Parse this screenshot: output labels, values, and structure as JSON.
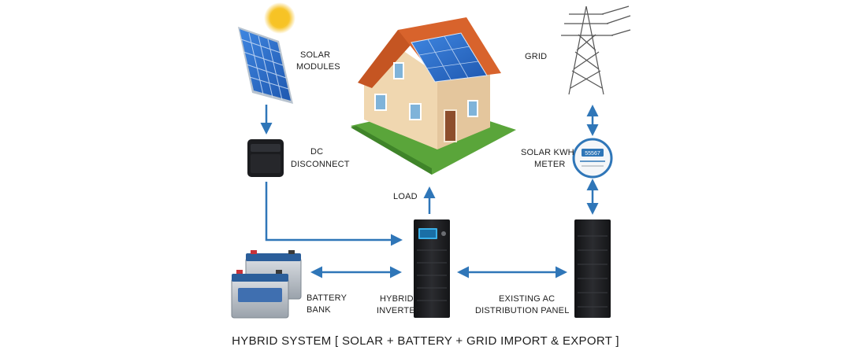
{
  "labels": {
    "solar_modules": [
      "SOLAR",
      "MODULES"
    ],
    "dc_disconnect": [
      "DC",
      "DISCONNECT"
    ],
    "grid": "GRID",
    "solar_kwh_meter": [
      "SOLAR KWH",
      "METER"
    ],
    "load": "LOAD",
    "battery_bank": [
      "BATTERY",
      "BANK"
    ],
    "hybrid_inverter": [
      "HYBRID",
      "INVERTER"
    ],
    "distribution_panel": [
      "EXISTING AC",
      "DISTRIBUTION PANEL"
    ],
    "meter_display": "55567"
  },
  "caption": "HYBRID SYSTEM [ SOLAR + BATTERY + GRID IMPORT & EXPORT ]",
  "colors": {
    "flow_arrow": "#2f76b8",
    "panel_blue": "#2d6fd0",
    "roof": "#d8632c",
    "wall": "#f0d7b0",
    "lawn": "#5aa53a",
    "cabinet": "#1e1f22",
    "sun": "#f7c325"
  }
}
